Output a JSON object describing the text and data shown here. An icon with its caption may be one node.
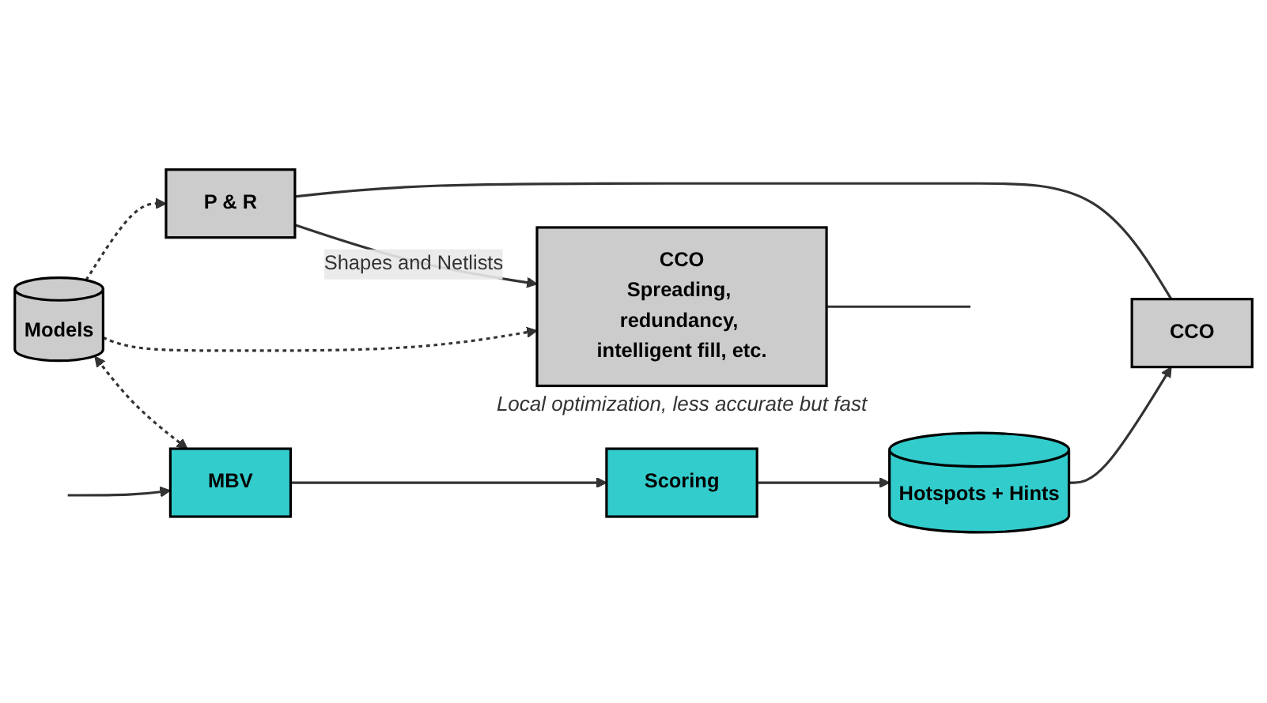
{
  "diagram": {
    "nodes": [
      {
        "text": [
          "P & R"
        ]
      },
      {
        "text": [
          "CCO",
          "Spreading, redundancy, intelligent fill, etc."
        ],
        "beside": [
          "Local optimization, less accurate but fast"
        ]
      },
      {
        "text": [
          "Models"
        ]
      },
      {
        "text": [
          "MBV"
        ]
      },
      {
        "text": [
          "Scoring"
        ]
      },
      {
        "text": [
          "Hotspots + Hints"
        ]
      },
      {
        "text": [
          "CCO"
        ]
      }
    ],
    "edges": [
      {
        "from": 0,
        "to": 1,
        "arrow": "to",
        "label": "Shapes and Netlists"
      },
      {
        "from": 0,
        "to": 6,
        "arrow": "none"
      },
      {
        "from": 2,
        "to": 0,
        "arrow": "to",
        "style": "dashed"
      },
      {
        "from": 2,
        "to": 1,
        "arrow": "to",
        "style": "dashed"
      },
      {
        "from": 2,
        "to": 3,
        "arrow": "both",
        "style": "dashed"
      },
      {
        "from": 1,
        "to": null,
        "arrow": "none"
      },
      {
        "from": null,
        "to": 3,
        "arrow": "to"
      },
      {
        "from": 3,
        "to": 4,
        "arrow": "to"
      },
      {
        "from": 4,
        "to": 5,
        "arrow": "to"
      },
      {
        "from": 5,
        "to": 6,
        "arrow": "to"
      }
    ]
  }
}
